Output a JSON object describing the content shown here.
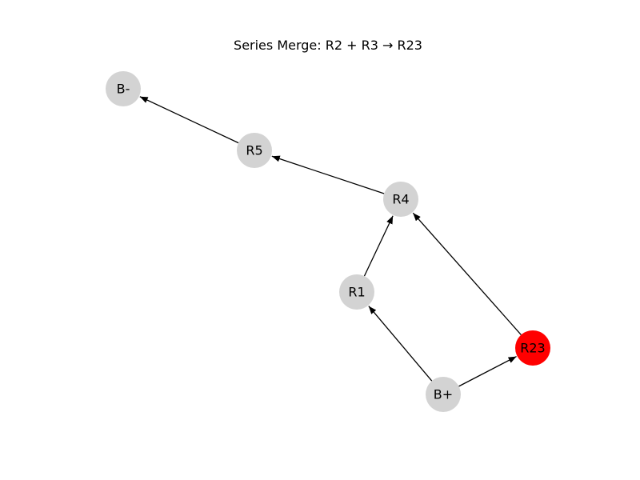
{
  "title": "Series Merge: R2 + R3 → R23",
  "colors": {
    "default_node": "#d3d3d3",
    "highlight_node": "#ff0000",
    "edge": "#000000",
    "label": "#000000"
  },
  "nodes": [
    {
      "id": "B-",
      "label": "B-",
      "highlight": false
    },
    {
      "id": "R5",
      "label": "R5",
      "highlight": false
    },
    {
      "id": "R4",
      "label": "R4",
      "highlight": false
    },
    {
      "id": "R1",
      "label": "R1",
      "highlight": false
    },
    {
      "id": "R23",
      "label": "R23",
      "highlight": true
    },
    {
      "id": "B+",
      "label": "B+",
      "highlight": false
    }
  ],
  "edges": [
    {
      "from": "B+",
      "to": "R1"
    },
    {
      "from": "B+",
      "to": "R23"
    },
    {
      "from": "R1",
      "to": "R4"
    },
    {
      "from": "R23",
      "to": "R4"
    },
    {
      "from": "R4",
      "to": "R5"
    },
    {
      "from": "R5",
      "to": "B-"
    }
  ]
}
